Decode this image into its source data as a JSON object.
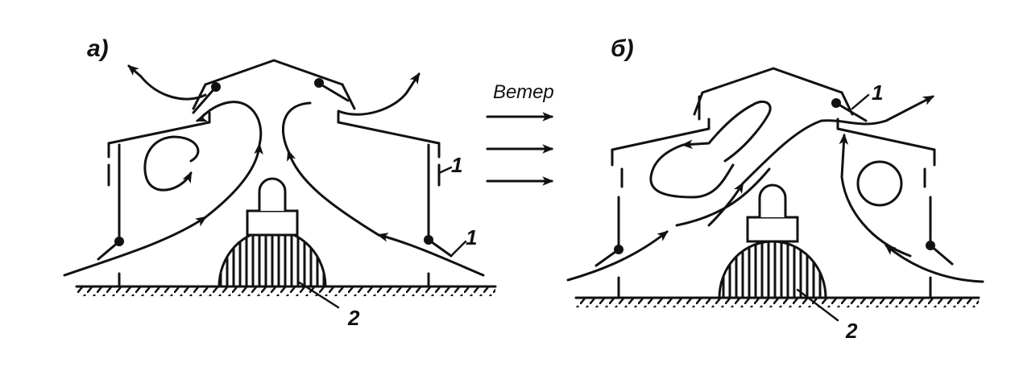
{
  "panels": [
    {
      "label": "а)",
      "callouts": [
        "1",
        "1",
        "2"
      ]
    },
    {
      "label": "б)",
      "callouts": [
        "1",
        "2"
      ]
    }
  ],
  "wind_label": "Ветер"
}
